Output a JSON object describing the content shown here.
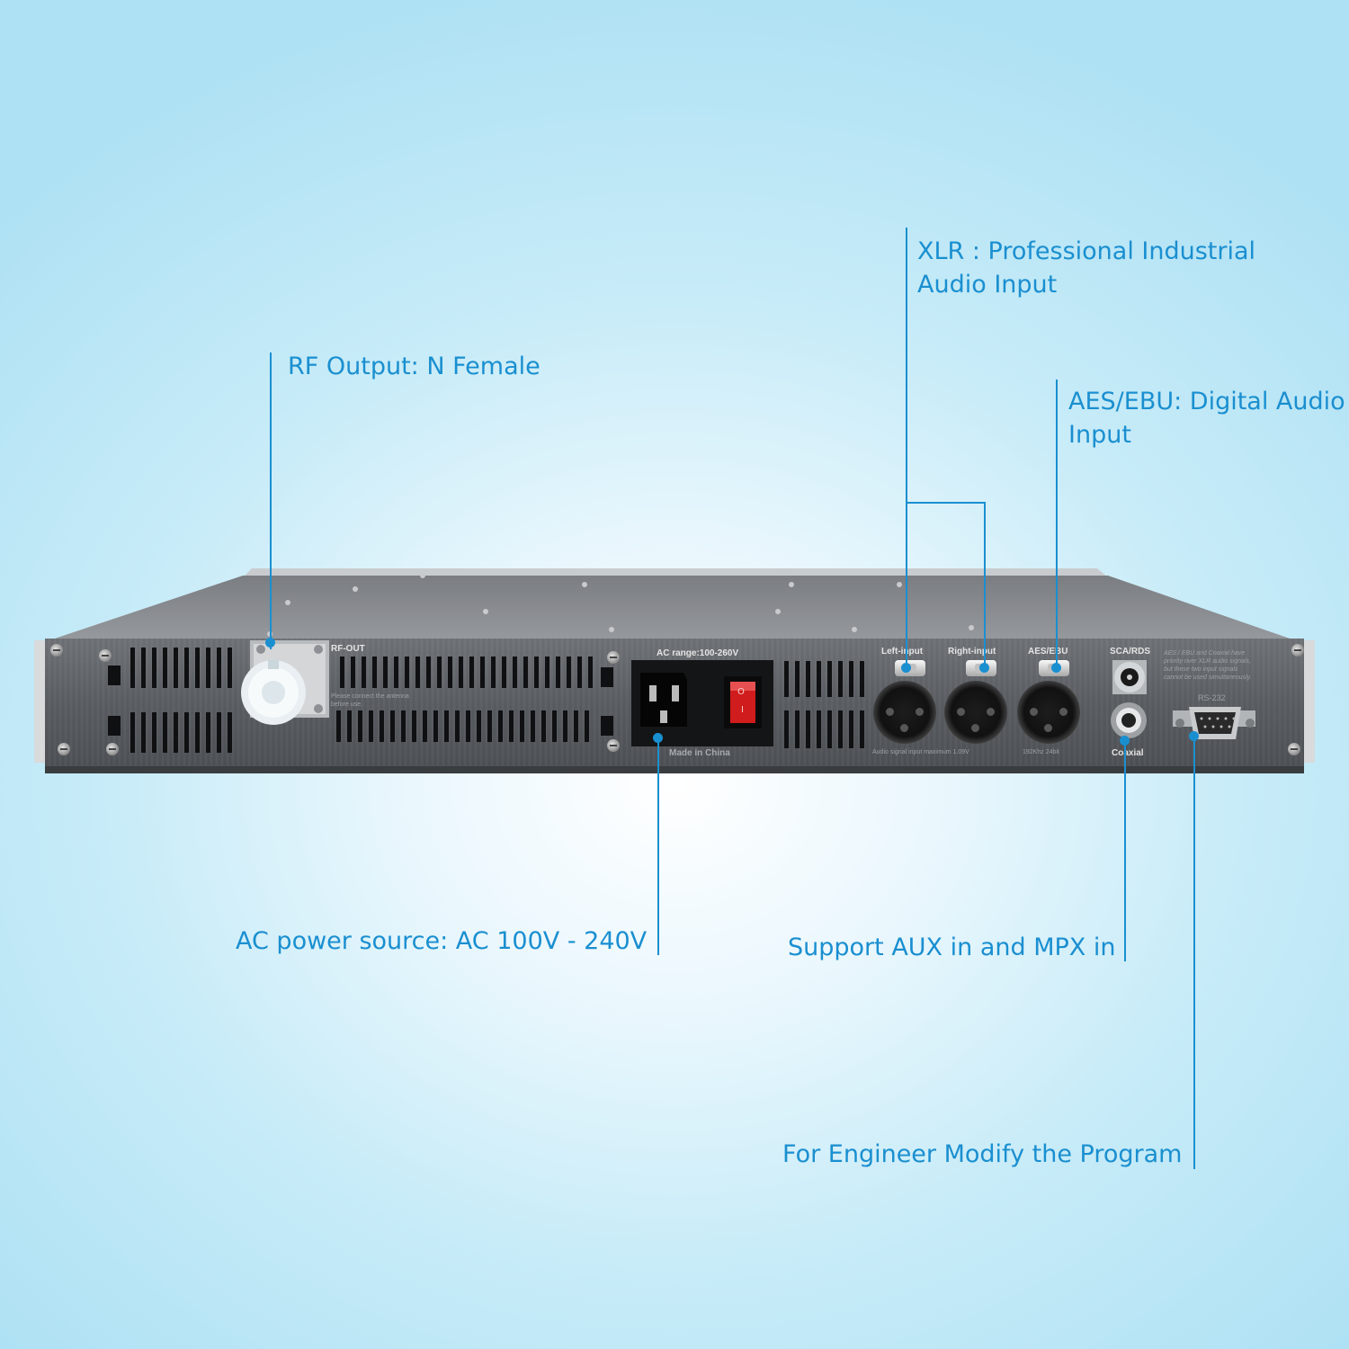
{
  "callouts": {
    "rf_output": "RF Output: N Female",
    "xlr_line1": "XLR : Professional Industrial",
    "xlr_line2": "Audio Input",
    "aes_line1": "AES/EBU: Digital Audio",
    "aes_line2": "Input",
    "ac_power": "AC power source: AC 100V - 240V",
    "aux_mpx": "Support AUX in and MPX in",
    "engineer": "For Engineer Modify the Program"
  },
  "panel": {
    "rf_out": "RF-OUT",
    "rf_note_1": "Please connect the antenna",
    "rf_note_2": "before use.",
    "ac_range": "AC range:100-260V",
    "made_in": "Made in China",
    "left_input": "Left-input",
    "right_input": "Right-input",
    "aes_ebu": "AES/EBU",
    "sca_rds": "SCA/RDS",
    "coaxial": "Coaxial",
    "rs232": "RS-232",
    "priority_1": "AES / EBU and Coaxial have",
    "priority_2": "priority over XLR audio signals,",
    "priority_3": "but these two input signals",
    "priority_4": "cannot be used simultaneously.",
    "audio_max": "Audio signal input maximum 1.09V",
    "aes_spec": "192Khz 24bit",
    "switch_on": "I",
    "switch_off": "O"
  },
  "colors": {
    "accent": "#1a8fd0",
    "panel": "#5b5f64",
    "switch": "#d01c1c"
  }
}
